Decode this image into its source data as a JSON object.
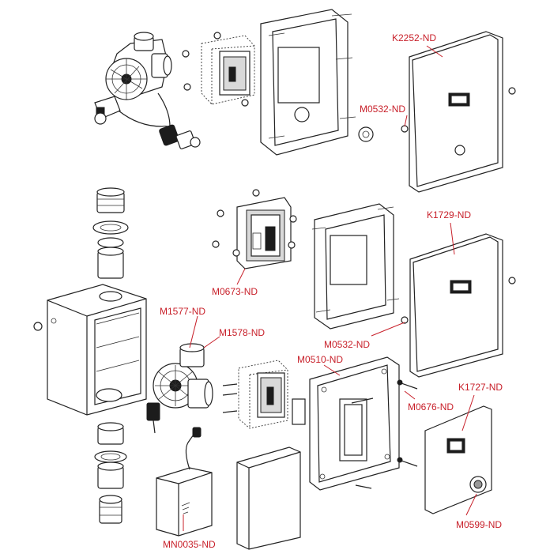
{
  "labels": {
    "k2252": "K2252-ND",
    "m0532_top": "M0532-ND",
    "k1729": "K1729-ND",
    "m0673": "M0673-ND",
    "m1577": "M1577-ND",
    "m1578": "M1578-ND",
    "m0532_mid": "M0532-ND",
    "m0510": "M0510-ND",
    "k1727": "K1727-ND",
    "m0676": "M0676-ND",
    "m0599": "M0599-ND",
    "mn0035": "MN0035-ND"
  },
  "colors": {
    "label": "#c8202a",
    "line": "#222222",
    "fill_light": "#d9d9d9",
    "fill_dark": "#1c1c1c"
  }
}
